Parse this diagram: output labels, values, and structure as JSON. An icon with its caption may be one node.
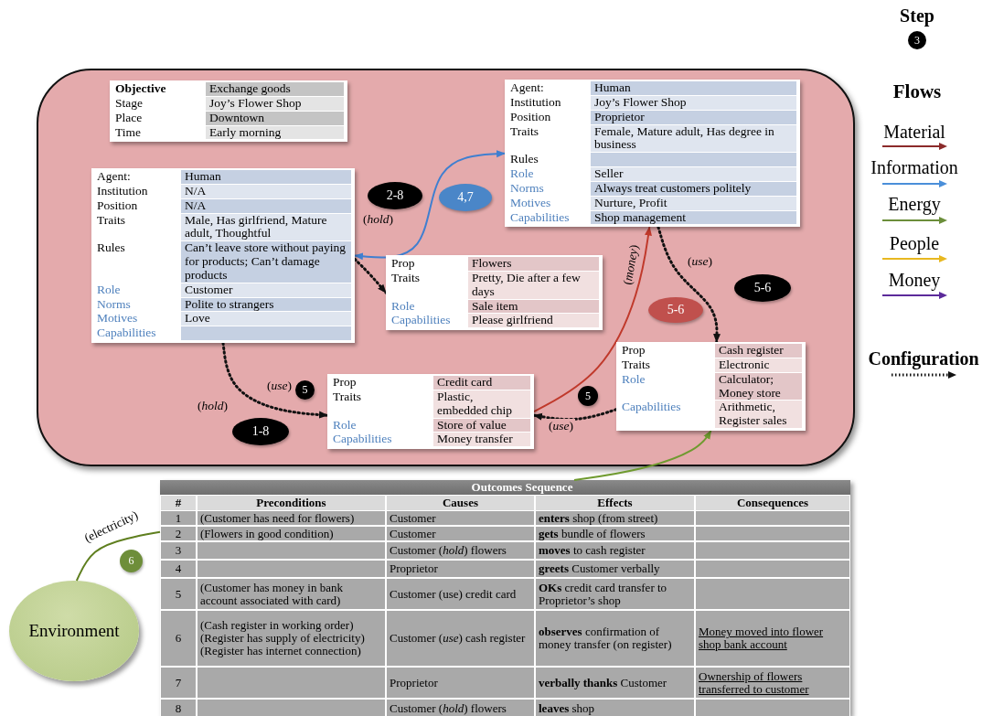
{
  "diagram": {
    "nodes": [
      {
        "text": [],
        "shape": "box"
      },
      {
        "text": [
          "Objective",
          "Exchange goods",
          "Stage",
          "Joy’s Flower Shop",
          "Place",
          "Downtown",
          "Time",
          "Early morning"
        ],
        "in": 0
      },
      {
        "text": [
          "Agent:",
          "Human",
          "Institution",
          "N/A",
          "Position",
          "N/A",
          "Traits",
          "Male, Has girlfriend, Mature adult, Thoughtful",
          "Rules",
          "Can’t leave store without paying for products; Can’t damage products",
          "Role",
          "Customer",
          "Norms",
          "Polite to strangers",
          "Motives",
          "Love",
          "Capabilities"
        ],
        "in": 0
      },
      {
        "text": [
          "Agent:",
          "Human",
          "Institution",
          "Joy’s Flower Shop",
          "Position",
          "Proprietor",
          "Traits",
          "Female, Mature adult, Has degree in business",
          "Rules",
          "Role",
          "Seller",
          "Norms",
          "Always treat customers politely",
          "Motives",
          "Nurture, Profit",
          "Capabilities",
          "Shop  management"
        ],
        "in": 0
      },
      {
        "text": [
          "Prop",
          "Flowers",
          "Traits",
          "Pretty, Die after a few days",
          "Role",
          "Sale item",
          "Capabilities",
          "Please girlfriend"
        ],
        "in": 0
      },
      {
        "text": [
          "Prop",
          "Credit card",
          "Traits",
          "Plastic, embedded chip",
          "Role",
          "Store of value",
          "Capabilities",
          "Money transfer"
        ],
        "in": 0
      },
      {
        "text": [
          "Prop",
          "Cash register",
          "Traits",
          "Electronic",
          "Role",
          "Calculator; Money store",
          "Capabilities",
          "Arithmetic, Register sales"
        ],
        "in": 0
      },
      {
        "text": [
          "Outcomes Sequence",
          "#",
          "Preconditions",
          "Causes",
          "Effects",
          "Consequences",
          "1",
          "(Customer has need for flowers)",
          "Customer",
          "**enters** shop (from street)",
          "2",
          "(Flowers in good condition)",
          "Customer",
          "**gets** bundle of flowers",
          "3",
          "Customer (*hold*) flowers",
          "**moves** to cash register",
          "4",
          "Proprietor",
          "**greets** Customer verbally",
          "5",
          "(Customer has money in bank account associated with card)",
          "Customer (use) credit card",
          "**OKs** credit card transfer to Proprietor’s shop",
          "6",
          "(Cash register in working order) (Register has supply of electricity) (Register has internet connection)",
          "Customer (*use*) cash register",
          "**observes** confirmation of money transfer (on register)",
          "Money moved into flower shop bank account",
          "7",
          "Proprietor",
          "**verbally thanks** Customer",
          "Ownership of flowers transferred to customer",
          "8",
          "Customer (*hold*) flowers",
          "**leaves** shop"
        ]
      },
      {
        "text": [
          "Environment"
        ]
      },
      {
        "text": [
          "2-8"
        ],
        "in": 0
      },
      {
        "text": [
          "4,7"
        ],
        "in": 0
      },
      {
        "text": [
          "5-6"
        ],
        "in": 0
      },
      {
        "text": [
          "5-6"
        ],
        "in": 0
      },
      {
        "text": [
          "5"
        ],
        "in": 0
      },
      {
        "text": [
          "5"
        ],
        "in": 0
      },
      {
        "text": [
          "1-8"
        ],
        "in": 0
      },
      {
        "text": [
          "6"
        ]
      },
      {
        "text": [
          "3"
        ]
      }
    ],
    "edges": [
      {
        "from": 2,
        "to": 3,
        "arrow": "both",
        "color": "#3f7fd0"
      },
      {
        "from": 2,
        "to": 4,
        "arrow": "to",
        "label": "(*hold*)",
        "style": "dashed"
      },
      {
        "from": 2,
        "to": 5,
        "arrow": "to",
        "label": "(*use*)",
        "style": "dashed"
      },
      {
        "from": 6,
        "to": 5,
        "arrow": "to",
        "label": "(*use*)",
        "style": "dashed"
      },
      {
        "from": 3,
        "to": 6,
        "arrow": "to",
        "label": "(*use*)",
        "style": "dashed"
      },
      {
        "from": 5,
        "to": 3,
        "arrow": "to",
        "label": "(*money*)",
        "color": "#c0392b"
      },
      {
        "from": 8,
        "to": 7,
        "arrow": "none",
        "label": "(electricity)",
        "color": "#5f7f1f"
      },
      {
        "from": 7,
        "to": 6,
        "arrow": "to",
        "color": "#6f9a2f"
      }
    ],
    "labels": [
      "Flows",
      "(*hold*)"
    ],
    "legend": [
      {
        "text": "Step"
      },
      {
        "text": "Material"
      },
      {
        "text": "Information"
      },
      {
        "text": "Energy"
      },
      {
        "text": "People"
      },
      {
        "text": "Money"
      },
      {
        "text": "Configuration"
      }
    ]
  }
}
